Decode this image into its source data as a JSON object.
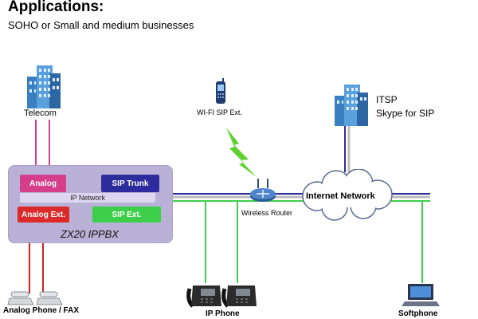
{
  "heading": "Applications:",
  "subheading": "SOHO or Small and medium businesses",
  "labels": {
    "telecom": "Telecom",
    "wifi_ext": "WI-FI SIP Ext.",
    "itsp": "ITSP",
    "skype": "Skype for SIP",
    "wireless_router": "Wireless Router",
    "internet": "Internet Network",
    "analog_phone": "Analog Phone / FAX",
    "ip_phone": "IP Phone",
    "softphone": "Softphone"
  },
  "pbx": {
    "name": "ZX20 IPPBX",
    "analog": "Analog",
    "sip_trunk": "SIP Trunk",
    "ip_network": "IP Network",
    "analog_ext": "Analog Ext.",
    "sip_ext": "SIP Ext."
  },
  "colors": {
    "analog": "#d43e8a",
    "sip_trunk": "#2e2c9c",
    "analog_ext": "#dc2a2a",
    "sip_ext": "#3dcf4a",
    "pbx_box": "#b9b1d6",
    "ip_network": "#ddd6f0",
    "wifi_signal": "#5ed12e"
  },
  "icons": [
    "building-icon",
    "mobile-phone-icon",
    "wifi-signal-icon",
    "router-icon",
    "cloud-icon",
    "desk-phone-icon",
    "analog-phone-icon",
    "laptop-icon"
  ]
}
